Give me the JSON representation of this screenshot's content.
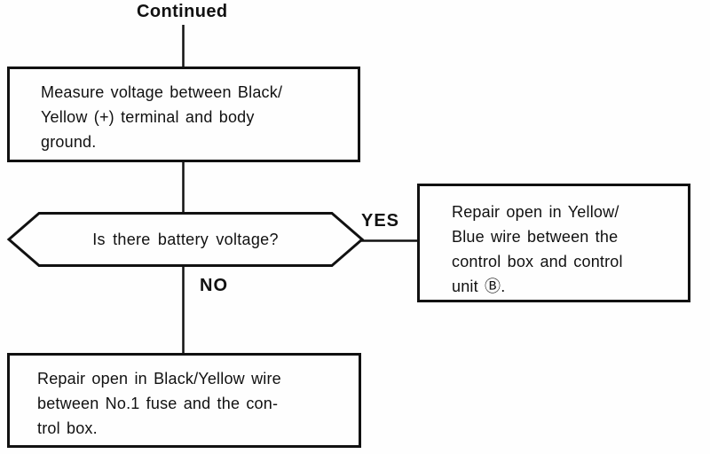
{
  "theme": {
    "ink": "#111111",
    "background": "#fefefe"
  },
  "flowchart": {
    "continued_label": "Continued",
    "measure_box": {
      "text": "Measure voltage between Black/\nYellow (+) terminal and body\nground."
    },
    "decision": {
      "question": "Is there battery voltage?"
    },
    "branches": {
      "yes_label": "YES",
      "no_label": "NO"
    },
    "yes_result_box": {
      "text": "Repair open in Yellow/\nBlue wire between the\ncontrol box and control\nunit Ⓑ."
    },
    "no_result_box": {
      "text": "Repair open in Black/Yellow wire\nbetween No.1 fuse and the con-\ntrol box."
    }
  }
}
